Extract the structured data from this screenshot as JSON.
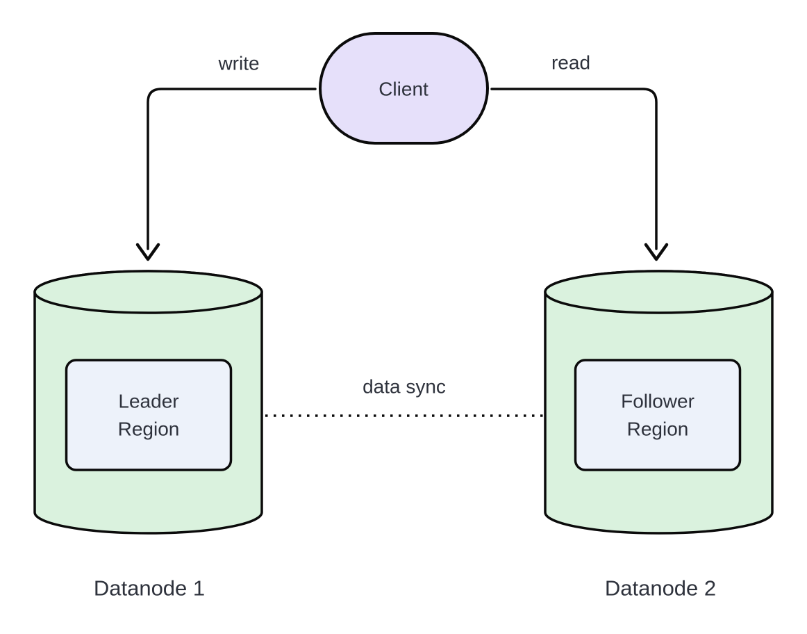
{
  "colors": {
    "background": "#ffffff",
    "stroke": "#0b0b0b",
    "text": "#2e323c",
    "client_fill": "#e6e0fa",
    "cylinder_fill": "#daf2de",
    "region_fill": "#edf2fa"
  },
  "nodes": {
    "client": {
      "label": "Client",
      "shape": "stadium"
    },
    "datanode1": {
      "caption": "Datanode 1",
      "shape": "cylinder",
      "region": {
        "line1": "Leader",
        "line2": "Region",
        "shape": "rounded-rect"
      }
    },
    "datanode2": {
      "caption": "Datanode 2",
      "shape": "cylinder",
      "region": {
        "line1": "Follower",
        "line2": "Region",
        "shape": "rounded-rect"
      }
    }
  },
  "edges": {
    "write": {
      "label": "write",
      "style": "solid",
      "from": "Client",
      "to": "Datanode 1"
    },
    "read": {
      "label": "read",
      "style": "solid",
      "from": "Client",
      "to": "Datanode 2"
    },
    "data_sync": {
      "label": "data sync",
      "style": "dotted",
      "from": "Leader Region",
      "to": "Follower Region"
    }
  }
}
